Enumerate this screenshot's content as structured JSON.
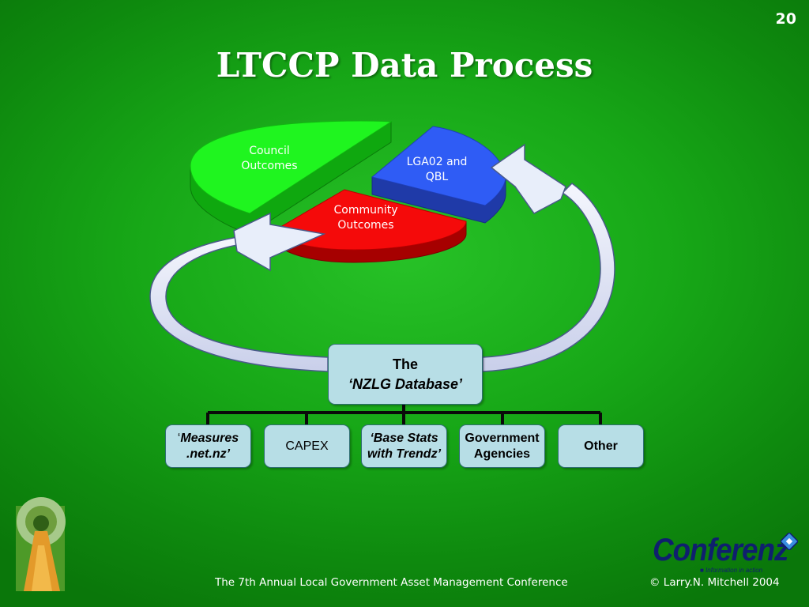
{
  "slide": {
    "number": "20",
    "title": "LTCCP Data Process"
  },
  "outcomes": {
    "council": {
      "line1": "Council",
      "line2": "Outcomes"
    },
    "lga": {
      "line1": "LGA02 and",
      "line2": "QBL"
    },
    "community": {
      "line1": "Community",
      "line2": "Outcomes"
    }
  },
  "database": {
    "line1": "The",
    "line2": "‘NZLG Database’"
  },
  "sources": [
    {
      "quote": "‘",
      "line1": "Measures",
      "line2": ".net.nz’"
    },
    {
      "line1": "CAPEX"
    },
    {
      "line1": "‘Base Stats",
      "line2": "with Trendz’"
    },
    {
      "line1": "Government",
      "line2": "Agencies"
    },
    {
      "line1": "Other"
    }
  ],
  "footer": {
    "conference": "The 7th Annual Local Government Asset Management Conference",
    "copyright": "© Larry.N. Mitchell 2004"
  },
  "logo": {
    "name": "Conferenz",
    "tagline": "Information in action"
  },
  "colors": {
    "council": "#1ff51f",
    "lga": "#2f5cf5",
    "community": "#f50a0a",
    "box_fill": "#b7dee6",
    "arrow_fill": "#e8eefa"
  }
}
